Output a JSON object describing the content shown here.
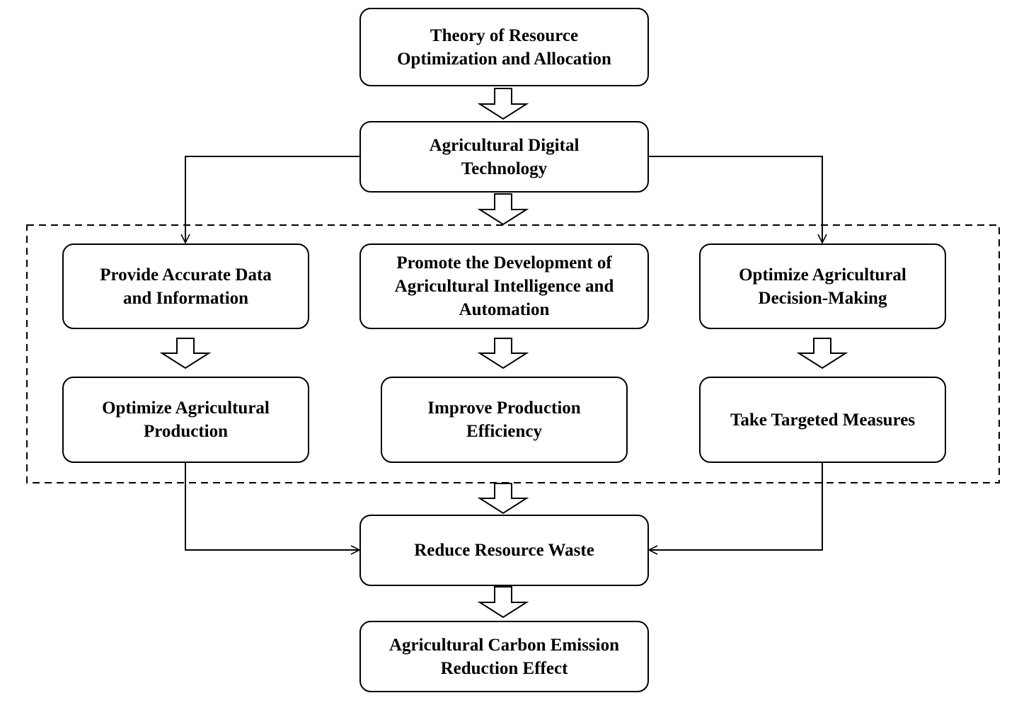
{
  "colors": {
    "stroke": "#000000",
    "fill": "#ffffff",
    "text": "#000000"
  },
  "nodes": {
    "theory": {
      "label": "Theory of Resource\nOptimization and Allocation"
    },
    "adt": {
      "label": "Agricultural Digital\nTechnology"
    },
    "provide": {
      "label": "Provide Accurate Data\nand Information"
    },
    "promote": {
      "label": "Promote the Development of\nAgricultural Intelligence and\nAutomation"
    },
    "optimize_decision": {
      "label": "Optimize Agricultural\nDecision-Making"
    },
    "optimize_production": {
      "label": "Optimize Agricultural\nProduction"
    },
    "improve": {
      "label": "Improve Production\nEfficiency"
    },
    "take": {
      "label": "Take Targeted Measures"
    },
    "reduce": {
      "label": "Reduce Resource Waste"
    },
    "carbon": {
      "label": "Agricultural Carbon Emission\nReduction Effect"
    }
  },
  "edges": [
    {
      "from": "theory",
      "to": "adt",
      "style": "block-arrow"
    },
    {
      "from": "adt",
      "to": "mechanism-group",
      "style": "block-arrow"
    },
    {
      "from": "adt",
      "to": "provide",
      "style": "line-arrow"
    },
    {
      "from": "adt",
      "to": "optimize_decision",
      "style": "line-arrow"
    },
    {
      "from": "provide",
      "to": "optimize_production",
      "style": "block-arrow"
    },
    {
      "from": "promote",
      "to": "improve",
      "style": "block-arrow"
    },
    {
      "from": "optimize_decision",
      "to": "take",
      "style": "block-arrow"
    },
    {
      "from": "mechanism-group",
      "to": "reduce",
      "style": "block-arrow"
    },
    {
      "from": "optimize_production",
      "to": "reduce",
      "style": "line-arrow"
    },
    {
      "from": "take",
      "to": "reduce",
      "style": "line-arrow"
    },
    {
      "from": "reduce",
      "to": "carbon",
      "style": "block-arrow"
    }
  ],
  "groups": [
    {
      "id": "mechanism-group",
      "border": "dashed"
    }
  ]
}
